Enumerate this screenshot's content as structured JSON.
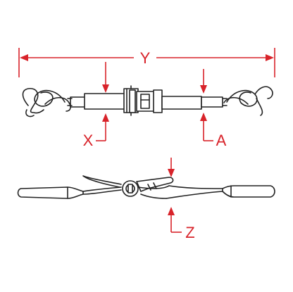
{
  "diagram": {
    "labels": {
      "overall_length": "Y",
      "strap_thickness": "X",
      "strap_width": "A",
      "ratchet_height": "Z"
    },
    "colors": {
      "dimension": "#d8232a",
      "line_art": "#222222",
      "background": "#ffffff"
    }
  }
}
